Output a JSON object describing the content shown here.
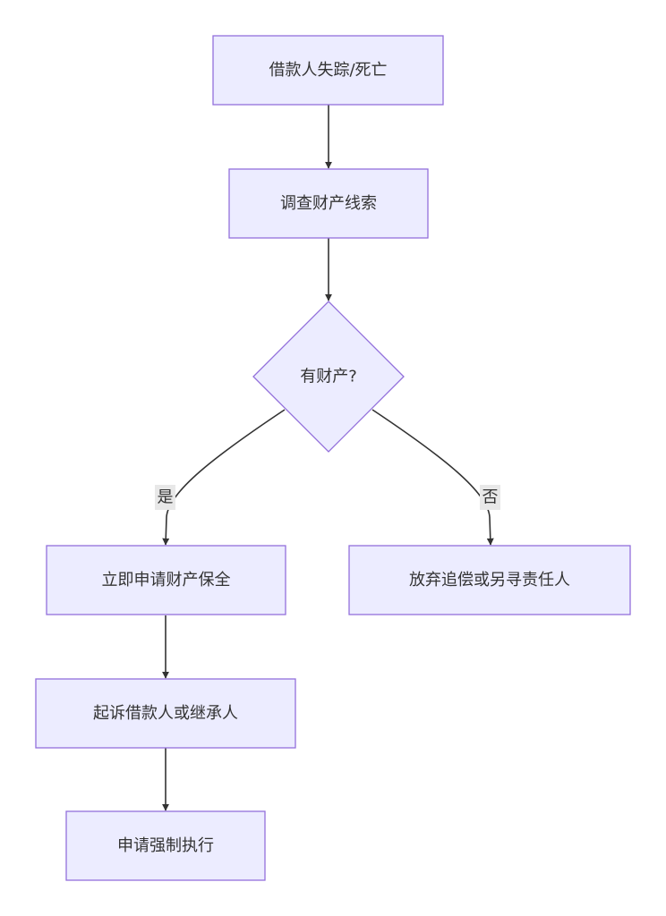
{
  "diagram": {
    "type": "flowchart",
    "colors": {
      "node_fill": "#ECECFF",
      "node_stroke": "#9370DB",
      "edge": "#333333",
      "edge_label_bg": "#E8E8E8",
      "text": "#333333"
    },
    "nodes": {
      "start": "借款人失踪/死亡",
      "investigate": "调查财产线索",
      "decision": "有财产?",
      "preserve": "立即申请财产保全",
      "abandon": "放弃追偿或另寻责任人",
      "sue": "起诉借款人或继承人",
      "enforce": "申请强制执行"
    },
    "edges": {
      "yes_label": "是",
      "no_label": "否"
    }
  }
}
